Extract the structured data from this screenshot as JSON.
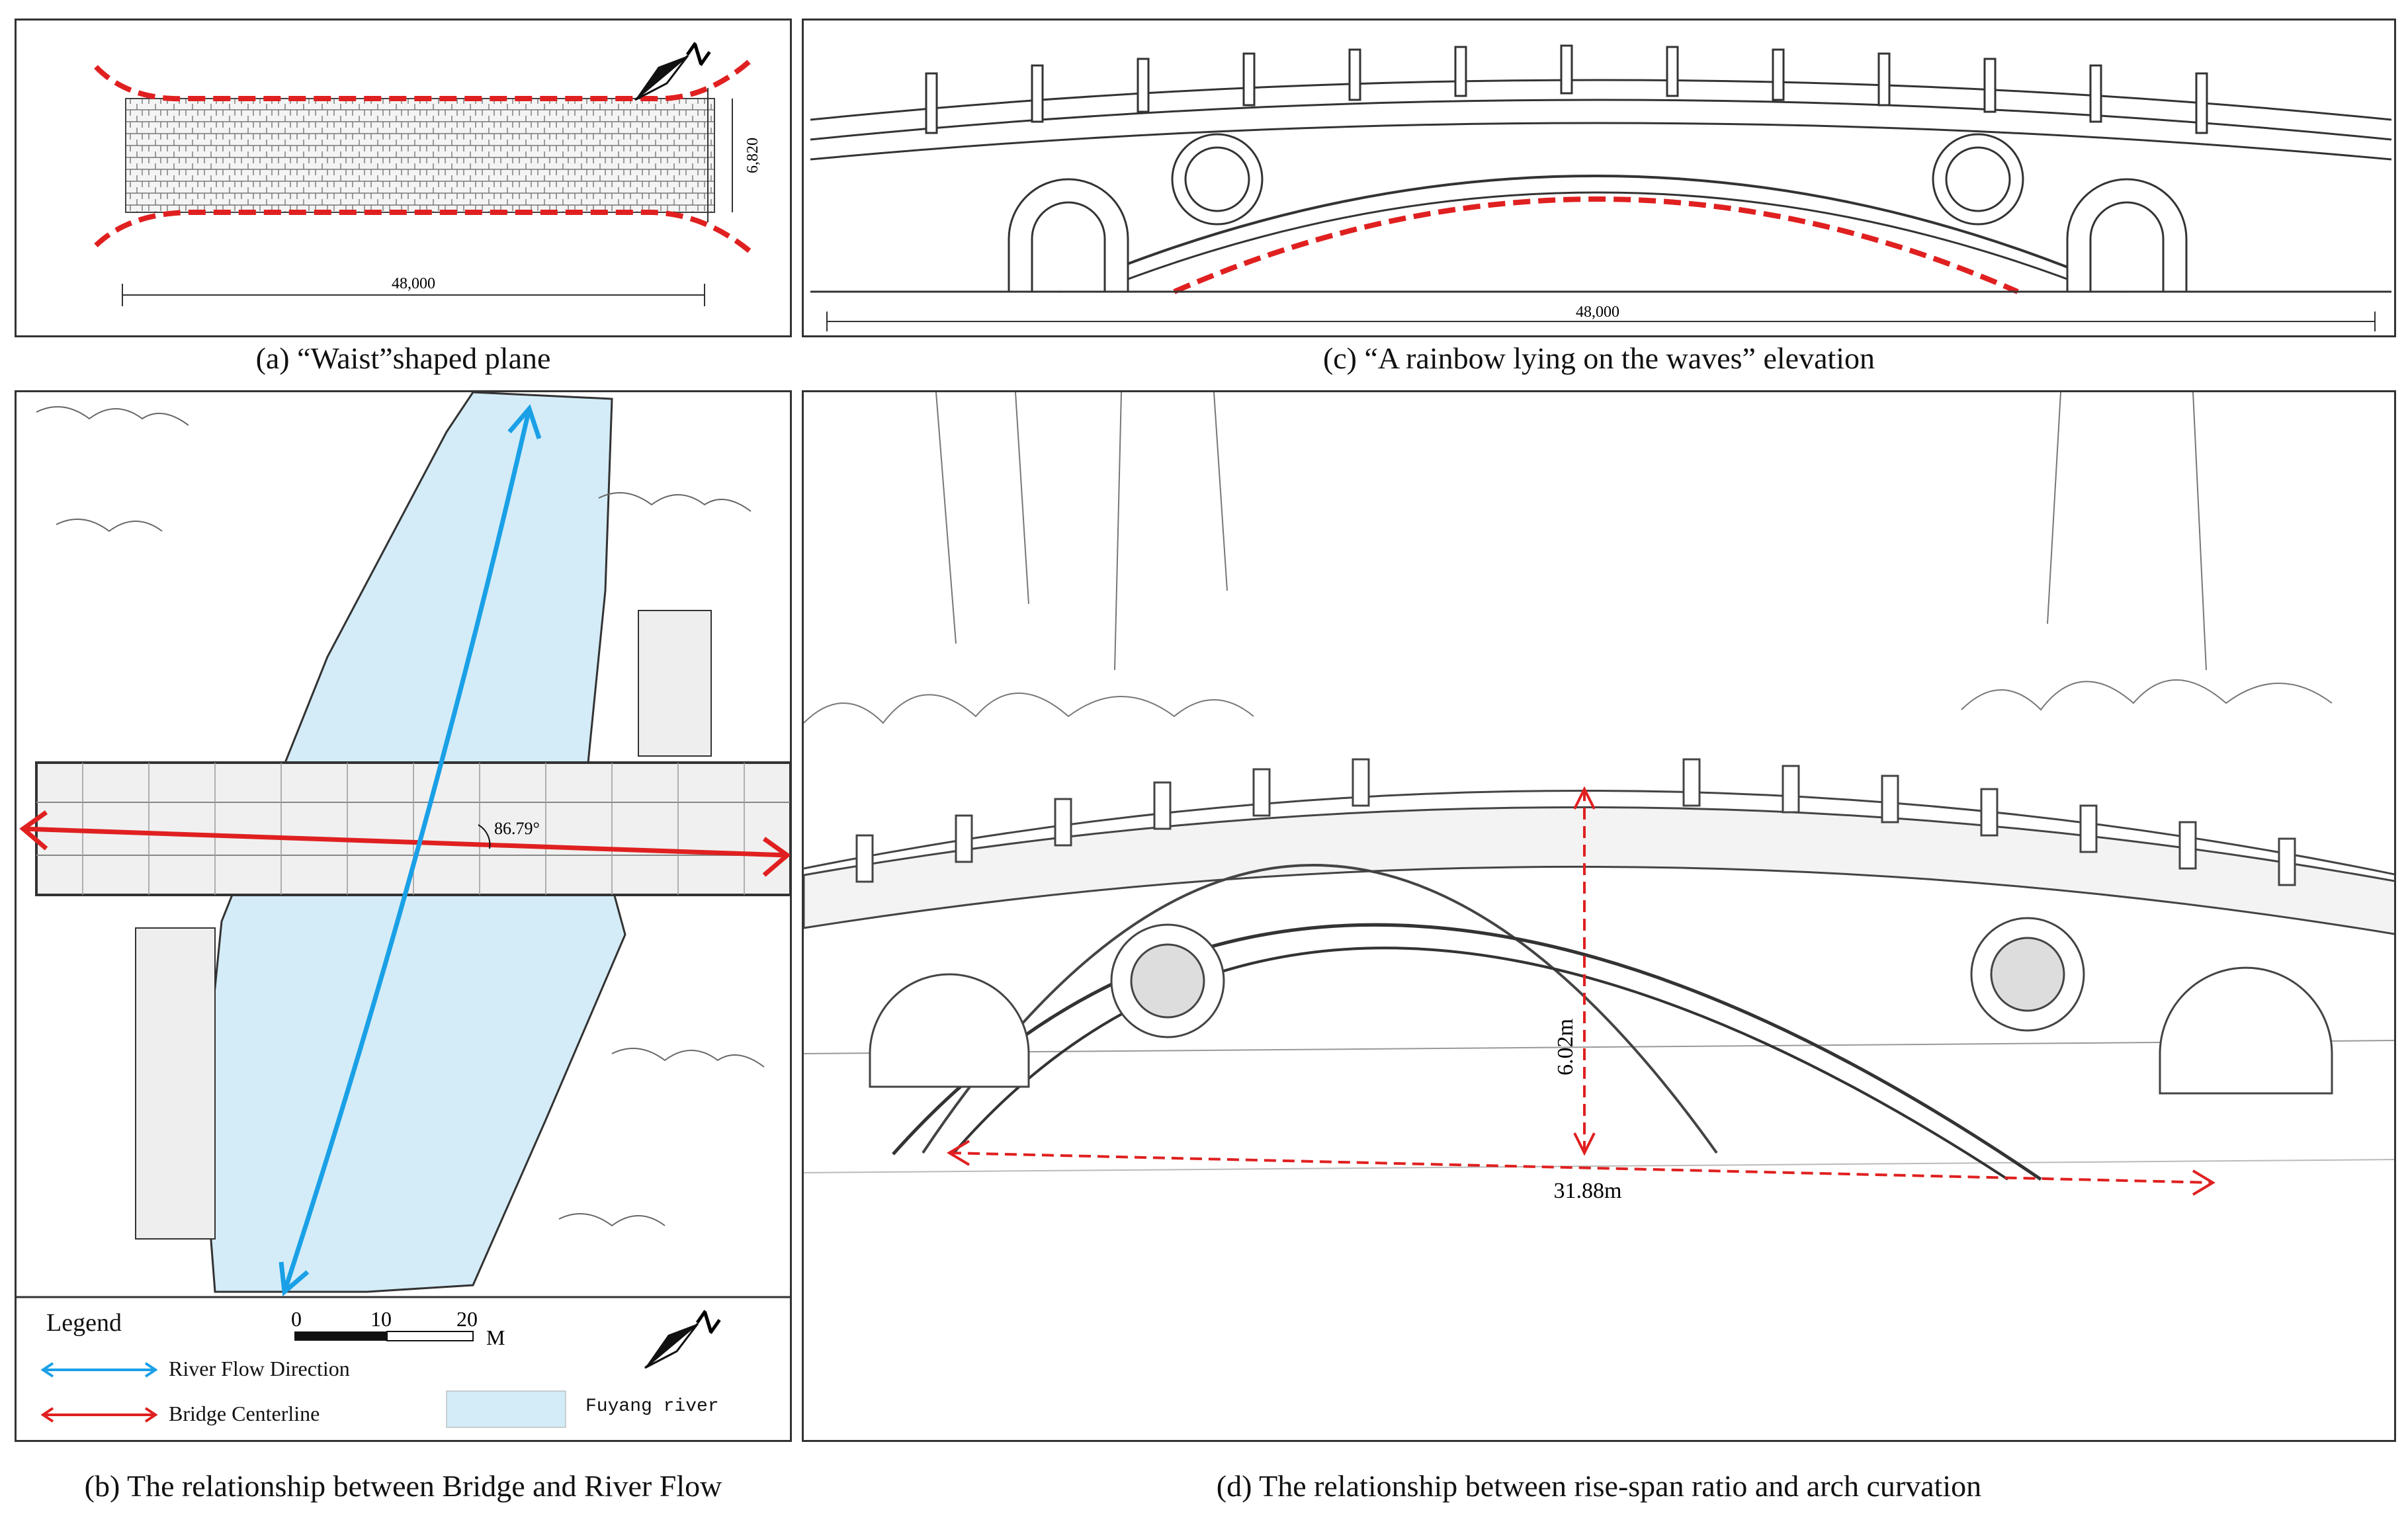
{
  "panel_a": {
    "caption": "(a) “Waist”shaped plane",
    "width_dim": "48,000",
    "height_dim": "6,820",
    "north_label": "Z"
  },
  "panel_c": {
    "caption": "(c) “A rainbow lying on the waves” elevation",
    "span_dim": "48,000"
  },
  "panel_b": {
    "caption": "(b) The relationship between Bridge and River Flow",
    "angle": "86.79°",
    "north_label": "Z",
    "legend": {
      "title": "Legend",
      "scale_ticks": [
        "0",
        "10",
        "20"
      ],
      "scale_unit": "M",
      "river_flow": "River Flow Direction",
      "bridge_centerline": "Bridge Centerline",
      "river_name": "Fuyang river"
    },
    "colors": {
      "river": "#d4ecf8",
      "flow": "#1aa0e6",
      "centerline": "#e02020"
    }
  },
  "panel_d": {
    "caption": "(d) The relationship between rise-span ratio and arch curvation",
    "rise": "6.02m",
    "span": "31.88m"
  }
}
